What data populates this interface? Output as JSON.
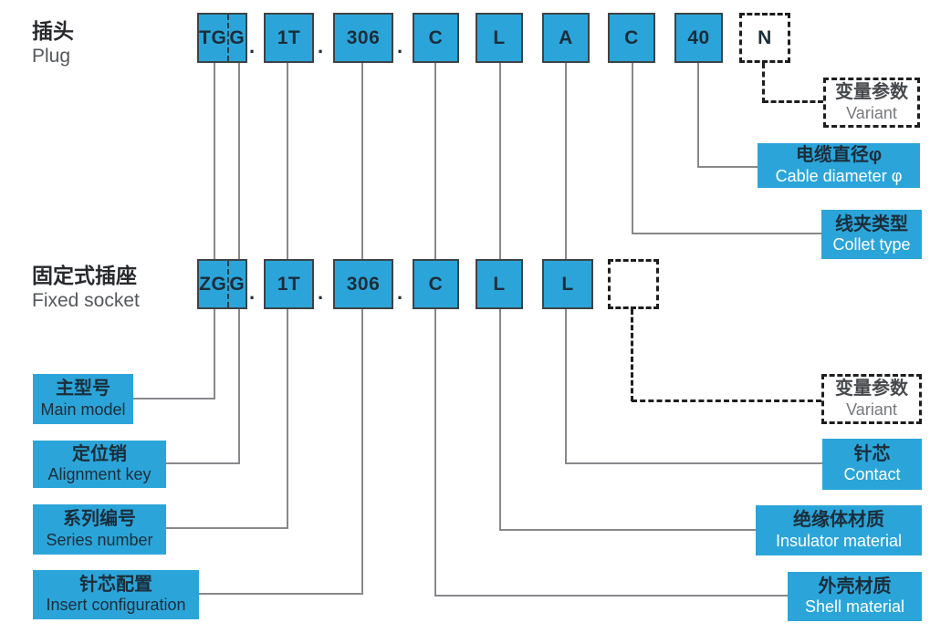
{
  "headers": {
    "plug": {
      "cn": "插头",
      "en": "Plug"
    },
    "fixed_socket": {
      "cn": "固定式插座",
      "en": "Fixed socket"
    }
  },
  "separator_dot": ".",
  "code_rows": {
    "plug": {
      "main": "TG",
      "key": "G",
      "series": "1T",
      "insert": "306",
      "shell": "C",
      "insulator": "L",
      "contact": "A",
      "collet": "C",
      "cable": "40",
      "variant": "N"
    },
    "fixed_socket": {
      "main": "ZG",
      "key": "G",
      "series": "1T",
      "insert": "306",
      "shell": "C",
      "insulator": "L",
      "contact": "L",
      "variant": ""
    }
  },
  "callouts": {
    "variant_plug": {
      "cn": "变量参数",
      "en": "Variant"
    },
    "cable_diameter": {
      "cn": "电缆直径φ",
      "en": "Cable diameter φ"
    },
    "collet_type": {
      "cn": "线夹类型",
      "en": "Collet type"
    },
    "main_model": {
      "cn": "主型号",
      "en": "Main model"
    },
    "alignment_key": {
      "cn": "定位销",
      "en": "Alignment key"
    },
    "series_number": {
      "cn": "系列编号",
      "en": "Series number"
    },
    "insert_configuration": {
      "cn": "针芯配置",
      "en": "Insert configuration"
    },
    "variant_socket": {
      "cn": "变量参数",
      "en": "Variant"
    },
    "contact": {
      "cn": "针芯",
      "en": "Contact"
    },
    "insulator_material": {
      "cn": "绝缘体材质",
      "en": "Insulator material"
    },
    "shell_material": {
      "cn": "外壳材质",
      "en": "Shell material"
    }
  },
  "colors": {
    "accent_blue": "#2ba5d9",
    "box_border": "#3d4346",
    "code_text": "#1b2d3a",
    "line_gray": "#87898c",
    "dashed_black": "#1e1e1e"
  }
}
